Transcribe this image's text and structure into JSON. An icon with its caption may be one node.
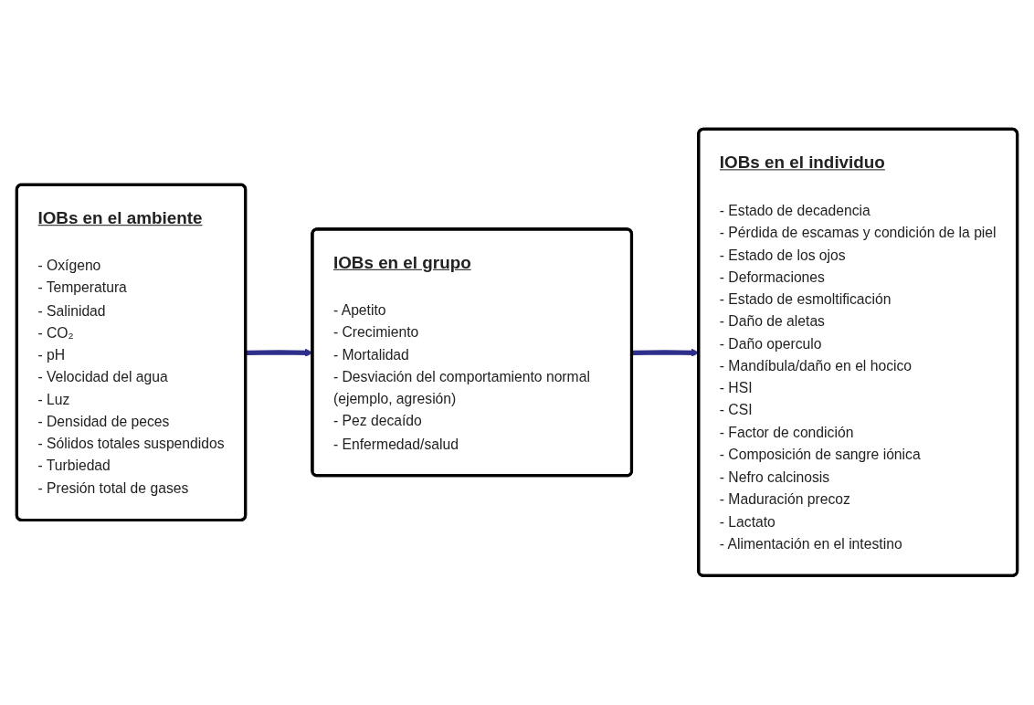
{
  "diagram": {
    "nodes": [
      {
        "text": [
          "IOBs en el ambiente",
          "- Oxígeno",
          "- Temperatura",
          "- Salinidad",
          "- CO₂",
          "- pH",
          "- Velocidad del agua",
          "- Luz",
          "- Densidad de peces",
          "- Sólidos totales suspendidos",
          "- Turbiedad",
          "- Presión total de gases"
        ]
      },
      {
        "text": [
          "IOBs en el grupo",
          "- Apetito",
          "- Crecimiento",
          "- Mortalidad",
          "- Desviación del comportamiento normal (ejemplo, agresión)",
          "- Pez decaído",
          "- Enfermedad/salud"
        ]
      },
      {
        "text": [
          "IOBs en el individuo",
          "- Estado de decadencia",
          "- Pérdida de escamas y condición de la piel",
          "- Estado de los ojos",
          "- Deformaciones",
          "- Estado de esmoltificación",
          "- Daño de aletas",
          "- Daño operculo",
          "- Mandíbula/daño en el hocico",
          "- HSI",
          "- CSI",
          "- Factor de condición",
          "- Composición de sangre iónica",
          "- Nefro calcinosis",
          "- Maduración precoz",
          "- Lactato",
          "- Alimentación en el intestino"
        ]
      }
    ],
    "edges": [
      {
        "from": 0,
        "to": 1,
        "arrow": "to"
      },
      {
        "from": 1,
        "to": 2,
        "arrow": "to"
      }
    ]
  }
}
